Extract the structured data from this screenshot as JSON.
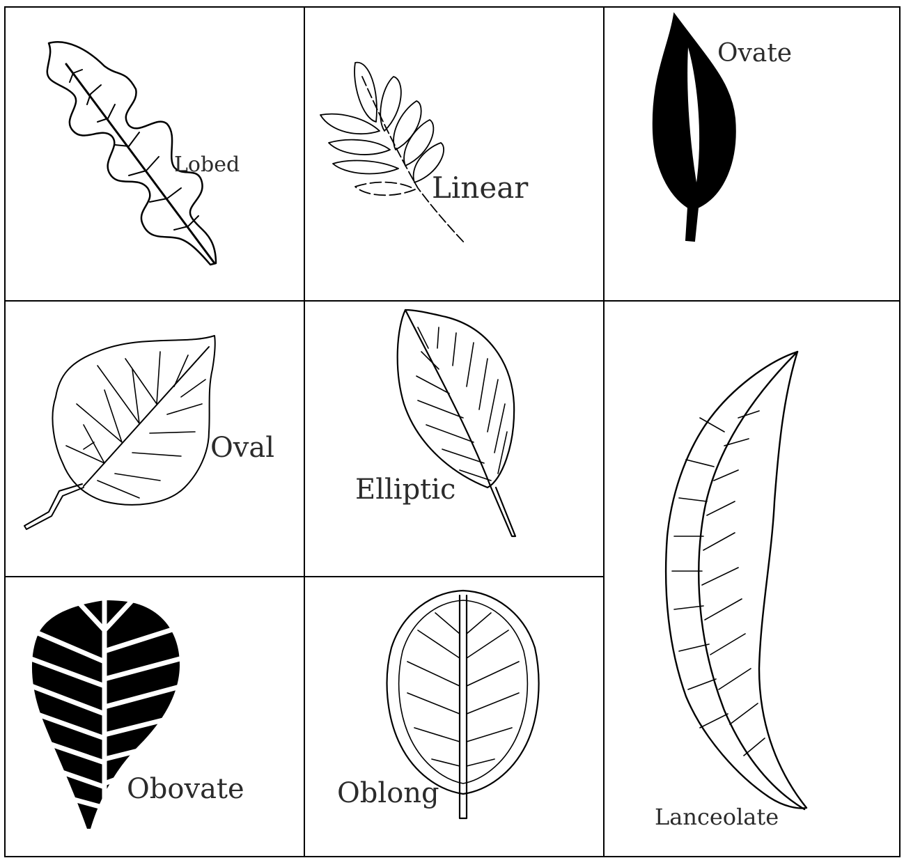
{
  "labels": {
    "lobed": "Lobed",
    "linear": "Linear",
    "ovate": "Ovate",
    "oval": "Oval",
    "elliptic": "Elliptic",
    "lanceolate": "Lanceolate",
    "obovate": "Obovate",
    "oblong": "Oblong"
  },
  "colors": {
    "line": "#000000",
    "text": "#2b2b2b",
    "background": "#ffffff"
  }
}
